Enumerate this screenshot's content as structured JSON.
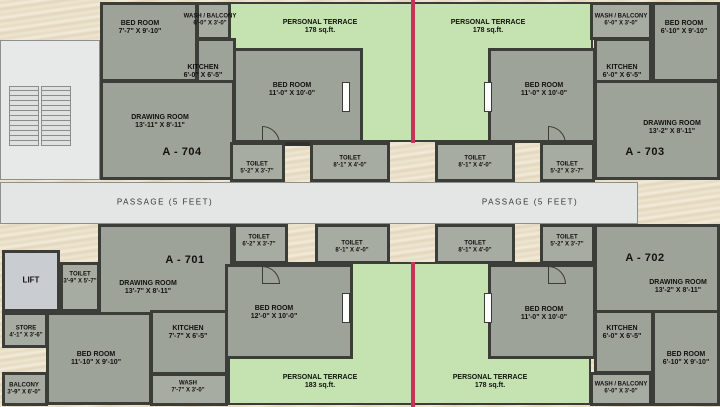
{
  "flats": {
    "a704": "A - 704",
    "a703": "A - 703",
    "a701": "A - 701",
    "a702": "A - 702"
  },
  "passage": {
    "left": "PASSAGE (5 FEET)",
    "right": "PASSAGE (5 FEET)"
  },
  "lift": "LIFT",
  "rooms": {
    "tl_bed": {
      "name": "BED ROOM",
      "dim": "7'-7\" X 9'-10\""
    },
    "tl_wash": {
      "name": "WASH / BALCONY",
      "dim": "6'-0\" X 3'-0\""
    },
    "tl_terrace": {
      "name": "PERSONAL TERRACE",
      "dim": "178 sq.ft."
    },
    "tl_kitchen": {
      "name": "KITCHEN",
      "dim": "6'-0\" X 6'-5\""
    },
    "tl_bed2": {
      "name": "BED ROOM",
      "dim": "11'-0\" X 10'-0\""
    },
    "tl_drawing": {
      "name": "DRAWING ROOM",
      "dim": "13'-11\" X 8'-11\""
    },
    "tl_toilet1": {
      "name": "TOILET",
      "dim": "5'-2\" X 3'-7\""
    },
    "tl_toilet2": {
      "name": "TOILET",
      "dim": "8'-1\" X 4'-0\""
    },
    "tr_terrace": {
      "name": "PERSONAL TERRACE",
      "dim": "178 sq.ft."
    },
    "tr_wash": {
      "name": "WASH / BALCONY",
      "dim": "6'-0\" X 3'-0\""
    },
    "tr_bed": {
      "name": "BED ROOM",
      "dim": "6'-10\" X 9'-10\""
    },
    "tr_bed2": {
      "name": "BED ROOM",
      "dim": "11'-0\" X 10'-0\""
    },
    "tr_kitchen": {
      "name": "KITCHEN",
      "dim": "6'-0\" X 6'-5\""
    },
    "tr_drawing": {
      "name": "DRAWING ROOM",
      "dim": "13'-2\" X 8'-11\""
    },
    "tr_toilet1": {
      "name": "TOILET",
      "dim": "8'-1\" X 4'-0\""
    },
    "tr_toilet2": {
      "name": "TOILET",
      "dim": "5'-2\" X 3'-7\""
    },
    "bl_toilet1": {
      "name": "TOILET",
      "dim": "6'-2\" X 3'-7\""
    },
    "bl_toilet2": {
      "name": "TOILET",
      "dim": "8'-1\" X 4'-0\""
    },
    "bl_toilet3": {
      "name": "TOILET",
      "dim": "3'-9\" X 5'-7\""
    },
    "bl_drawing": {
      "name": "DRAWING ROOM",
      "dim": "13'-7\" X 8'-11\""
    },
    "bl_bed2": {
      "name": "BED ROOM",
      "dim": "12'-0\" X 10'-0\""
    },
    "bl_store": {
      "name": "STORE",
      "dim": "4'-1\" X 3'-6\""
    },
    "bl_kitchen": {
      "name": "KITCHEN",
      "dim": "7'-7\" X 6'-5\""
    },
    "bl_bed": {
      "name": "BED ROOM",
      "dim": "11'-10\" X 9'-10\""
    },
    "bl_balcony": {
      "name": "BALCONY",
      "dim": "3'-9\" X 6'-0\""
    },
    "bl_wash": {
      "name": "WASH",
      "dim": "7'-7\" X 3'-0\""
    },
    "bl_terrace": {
      "name": "PERSONAL TERRACE",
      "dim": "183 sq.ft."
    },
    "br_toilet1": {
      "name": "TOILET",
      "dim": "8'-1\" X 4'-0\""
    },
    "br_toilet2": {
      "name": "TOILET",
      "dim": "5'-2\" X 3'-7\""
    },
    "br_drawing": {
      "name": "DRAWING ROOM",
      "dim": "13'-2\" X 8'-11\""
    },
    "br_bed2": {
      "name": "BED ROOM",
      "dim": "11'-0\" X 10'-0\""
    },
    "br_kitchen": {
      "name": "KITCHEN",
      "dim": "6'-0\" X 6'-5\""
    },
    "br_bed": {
      "name": "BED ROOM",
      "dim": "6'-10\" X 9'-10\""
    },
    "br_terrace": {
      "name": "PERSONAL TERRACE",
      "dim": "178 sq.ft."
    },
    "br_wash": {
      "name": "WASH / BALCONY",
      "dim": "6'-0\" X 3'-0\""
    }
  },
  "colors": {
    "room_fill": "#9ea399",
    "terrace_fill": "#c4e3b0",
    "passage_fill": "#e4e6e6",
    "wall": "#3a3d38",
    "divider": "#c8325a"
  }
}
